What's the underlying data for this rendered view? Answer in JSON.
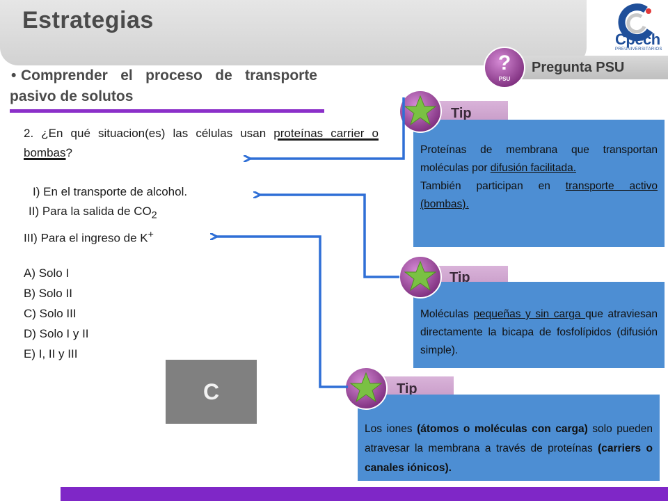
{
  "header": {
    "title": "Estrategias"
  },
  "logo": {
    "word": "Cpech",
    "sub": "PREUNIVERSITARIOS"
  },
  "objective": {
    "bullet": "•",
    "text": "Comprender el proceso de transporte pasivo de solutos"
  },
  "psu": {
    "label": "Pregunta PSU",
    "icon_text": "PSU",
    "icon_mark": "?"
  },
  "question": {
    "stem_start": "2. ¿En qué situacion(es) las células usan ",
    "stem_underlined": "proteínas carrier o bombas",
    "stem_end": "?",
    "statements": [
      {
        "prefix": "I)",
        "text": "En el transporte de alcohol."
      },
      {
        "prefix": "II)",
        "text": "Para la salida de CO",
        "sub": "2"
      },
      {
        "prefix": "III)",
        "text": "Para el ingreso de K",
        "sup": "+"
      }
    ],
    "options": [
      "A) Solo I",
      "B) Solo II",
      "C) Solo III",
      "D) Solo I y II",
      "E) I, II y III"
    ]
  },
  "answer": {
    "letter": "C"
  },
  "tips": [
    {
      "label": "Tip",
      "p1_a": "Proteínas de membrana que transportan moléculas por ",
      "p1_u": "difusión facilitada.",
      "p2_a": "También participan en ",
      "p2_u": "transporte activo (bombas)."
    },
    {
      "label": "Tip",
      "a": "Moléculas ",
      "u": "pequeñas y sin carga ",
      "b": "que atraviesan directamente la bicapa de fosfolípidos (difusión simple)."
    },
    {
      "label": "Tip",
      "a": "Los iones ",
      "b1": "(átomos o moléculas con carga)",
      "c": " solo pueden atravesar la membrana a través de proteínas ",
      "b2": "(carriers o canales iónicos)."
    }
  ],
  "colors": {
    "accent_purple": "#7f27c7",
    "tip_blue": "#4d8ed3",
    "star_green": "#7ac143",
    "arrow_blue": "#2f6fd6"
  }
}
